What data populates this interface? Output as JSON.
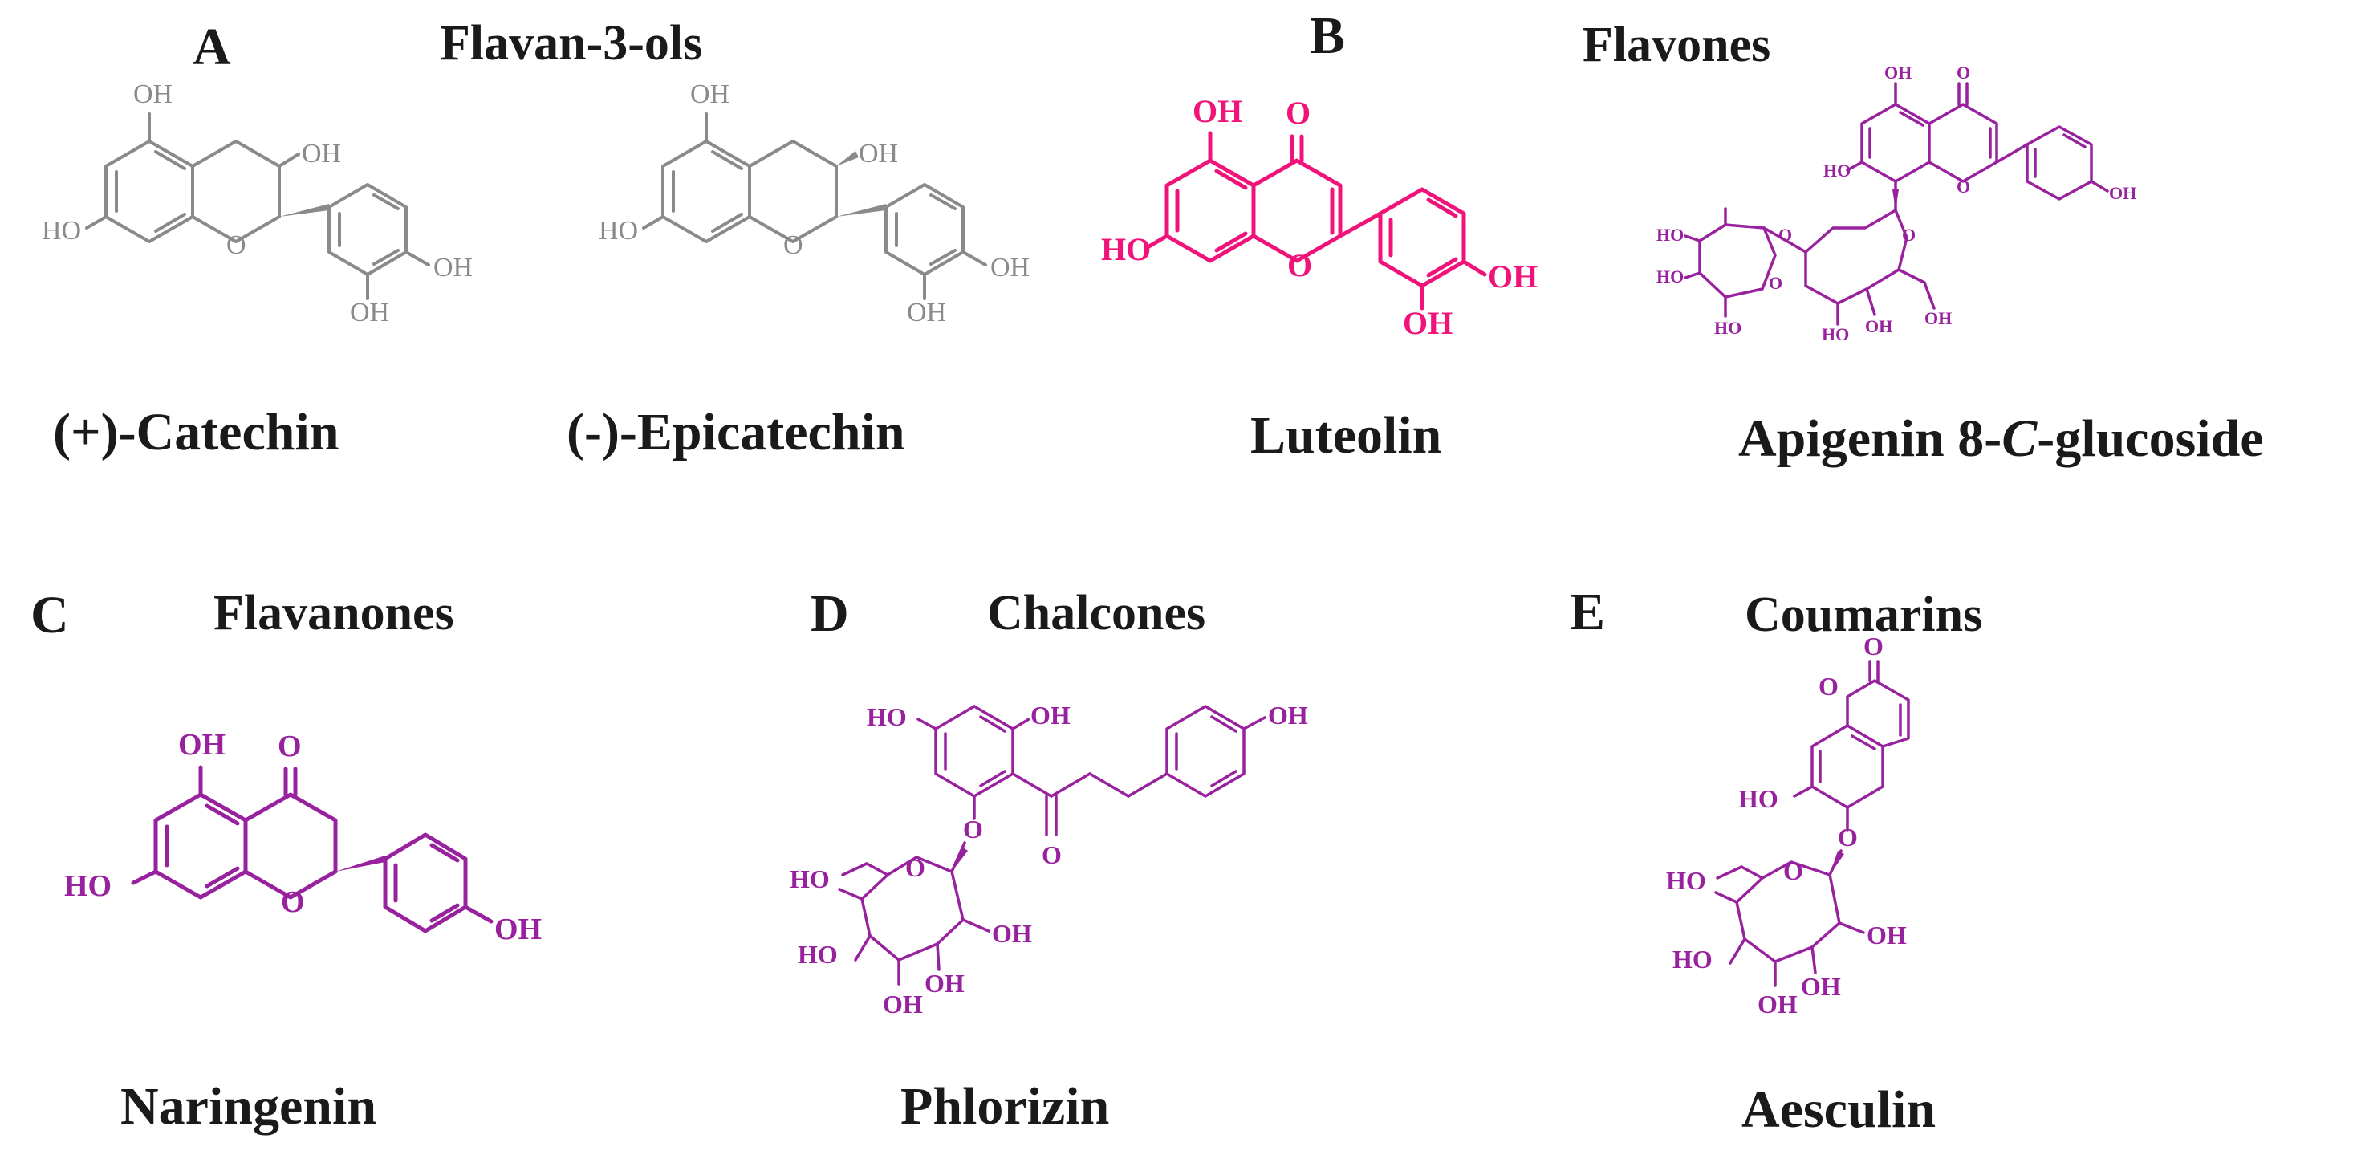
{
  "panels": {
    "A": {
      "letter": "A",
      "title": "Flavan-3-ols",
      "compounds": [
        "(+)-Catechin",
        "(-)-Epicatechin"
      ]
    },
    "B": {
      "letter": "B",
      "title": "Flavones",
      "compounds": [
        "Luteolin",
        "Apigenin 8-C-glucoside"
      ]
    },
    "C": {
      "letter": "C",
      "title": "Flavanones",
      "compounds": [
        "Naringenin"
      ]
    },
    "D": {
      "letter": "D",
      "title": "Chalcones",
      "compounds": [
        "Phlorizin"
      ]
    },
    "E": {
      "letter": "E",
      "title": "Coumarins",
      "compounds": [
        "Aesculin"
      ]
    }
  },
  "apigenin_name_parts": {
    "prefix": "Apigenin 8-",
    "italic": "C",
    "suffix": "-glucoside"
  },
  "atoms": {
    "oh": "OH",
    "ho": "HO",
    "o": "O"
  },
  "colors": {
    "gray": "#8a8a8a",
    "pink": "#f0147a",
    "purple": "#98219e",
    "text": "#1a1a1a"
  }
}
